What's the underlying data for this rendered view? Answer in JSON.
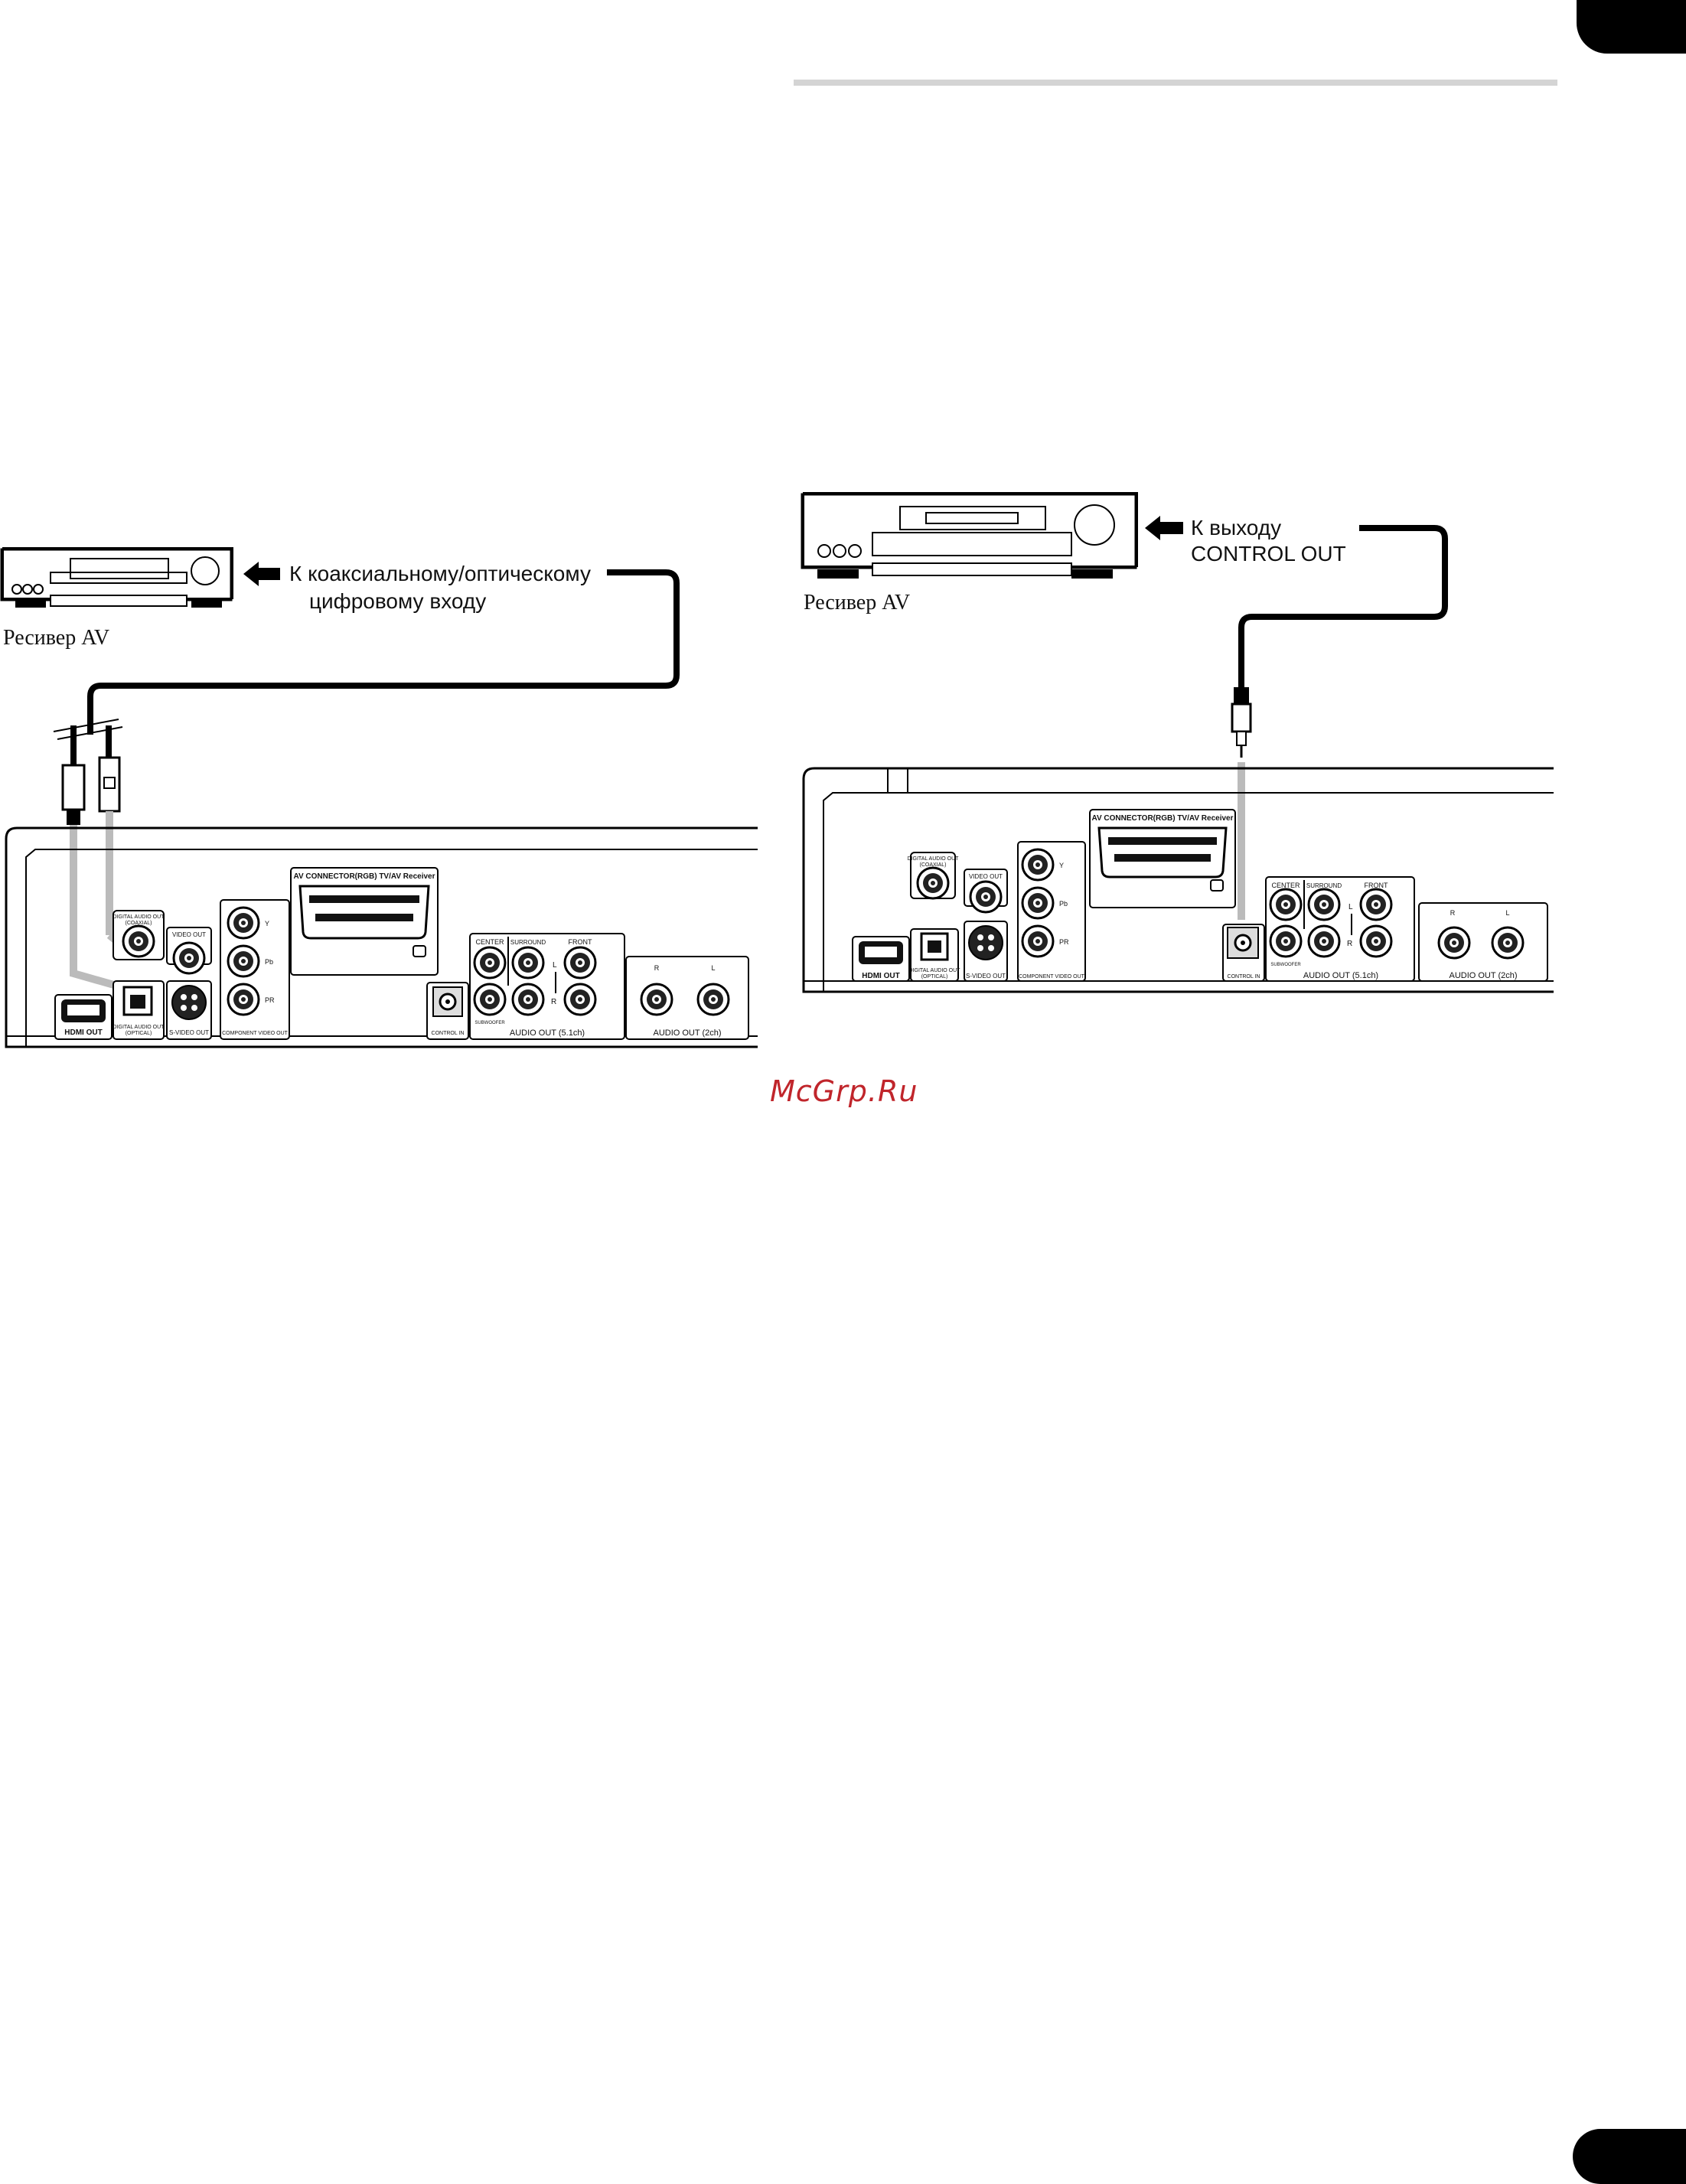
{
  "left_diagram": {
    "callout_line1": "К коаксиальному/оптическому",
    "callout_line2": "цифровому входу",
    "receiver_label": "Ресивер AV"
  },
  "right_diagram": {
    "callout_line1": "К выходу",
    "callout_line2": "CONTROL OUT",
    "receiver_label": "Ресивер AV"
  },
  "panel_labels": {
    "av_connector": "AV CONNECTOR(RGB) TV/AV Receiver",
    "digital_coaxial_1": "DIGITAL AUDIO OUT",
    "digital_coaxial_2": "(COAXIAL)",
    "digital_optical_1": "DIGITAL AUDIO OUT",
    "digital_optical_2": "(OPTICAL)",
    "video_out": "VIDEO OUT",
    "hdmi_out": "HDMI OUT",
    "s_video_out": "S-VIDEO OUT",
    "component_video_out": "COMPONENT VIDEO OUT",
    "y": "Y",
    "pb": "Pb",
    "pr": "PR",
    "control_in": "CONTROL IN",
    "center": "CENTER",
    "surround": "SURROUND",
    "front": "FRONT",
    "subwoofer": "SUBWOOFER",
    "l": "L",
    "r": "R",
    "audio_out_51": "AUDIO OUT (5.1ch)",
    "audio_out_2ch": "AUDIO OUT (2ch)"
  },
  "watermark": "McGrp.Ru"
}
